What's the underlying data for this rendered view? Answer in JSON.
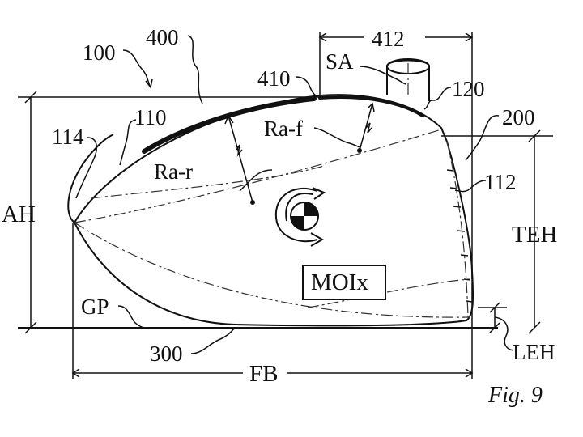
{
  "figure": {
    "caption": "Fig. 9",
    "labels": {
      "head": "100",
      "sole_layer": "400",
      "crown_edge": "410",
      "spacing": "412",
      "shaft_axis": "SA",
      "hosel": "120",
      "face": "200",
      "crown": "110",
      "toe_edge": "114",
      "face_edge": "112",
      "rear_radius": "Ra-r",
      "front_radius": "Ra-f",
      "apex_height": "AH",
      "toe_end_height": "TEH",
      "ground_plane": "GP",
      "sole": "300",
      "front_back": "FB",
      "leading_edge_height": "LEH",
      "moment_label": "MOIx"
    }
  }
}
